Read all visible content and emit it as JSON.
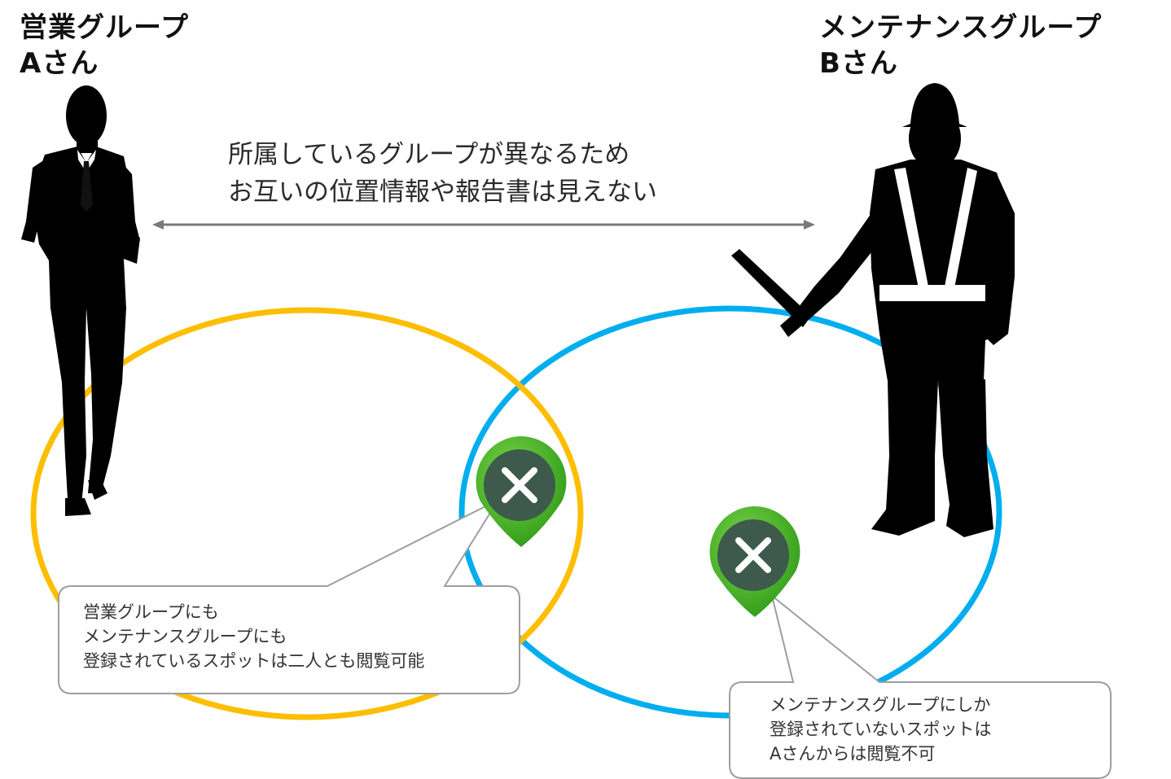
{
  "person_a": {
    "group": "営業グループ",
    "name": "Aさん"
  },
  "person_b": {
    "group": "メンテナンスグループ",
    "name": "Bさん"
  },
  "center_message": {
    "line1": "所属しているグループが異なるため",
    "line2": "お互いの位置情報や報告書は見えない"
  },
  "callout_shared": {
    "line1": "営業グループにも",
    "line2": "メンテナンスグループにも",
    "line3": "登録されているスポットは二人とも閲覧可能"
  },
  "callout_maintenance_only": {
    "line1": "メンテナンスグループにしか",
    "line2": "登録されていないスポットは",
    "line3": "Aさんからは閲覧不可"
  },
  "icons": {
    "person_a": "businessman-silhouette-icon",
    "person_b": "worker-with-hardhat-silhouette-icon",
    "marker": "map-pin-x-icon"
  },
  "colors": {
    "sales_group_ring": "#FDBE00",
    "maintenance_group_ring": "#00AEEF",
    "arrow": "#7a7a7a",
    "pin_green": "#48B928",
    "pin_dark": "#3d5a4c",
    "callout_border": "#9e9e9e"
  }
}
